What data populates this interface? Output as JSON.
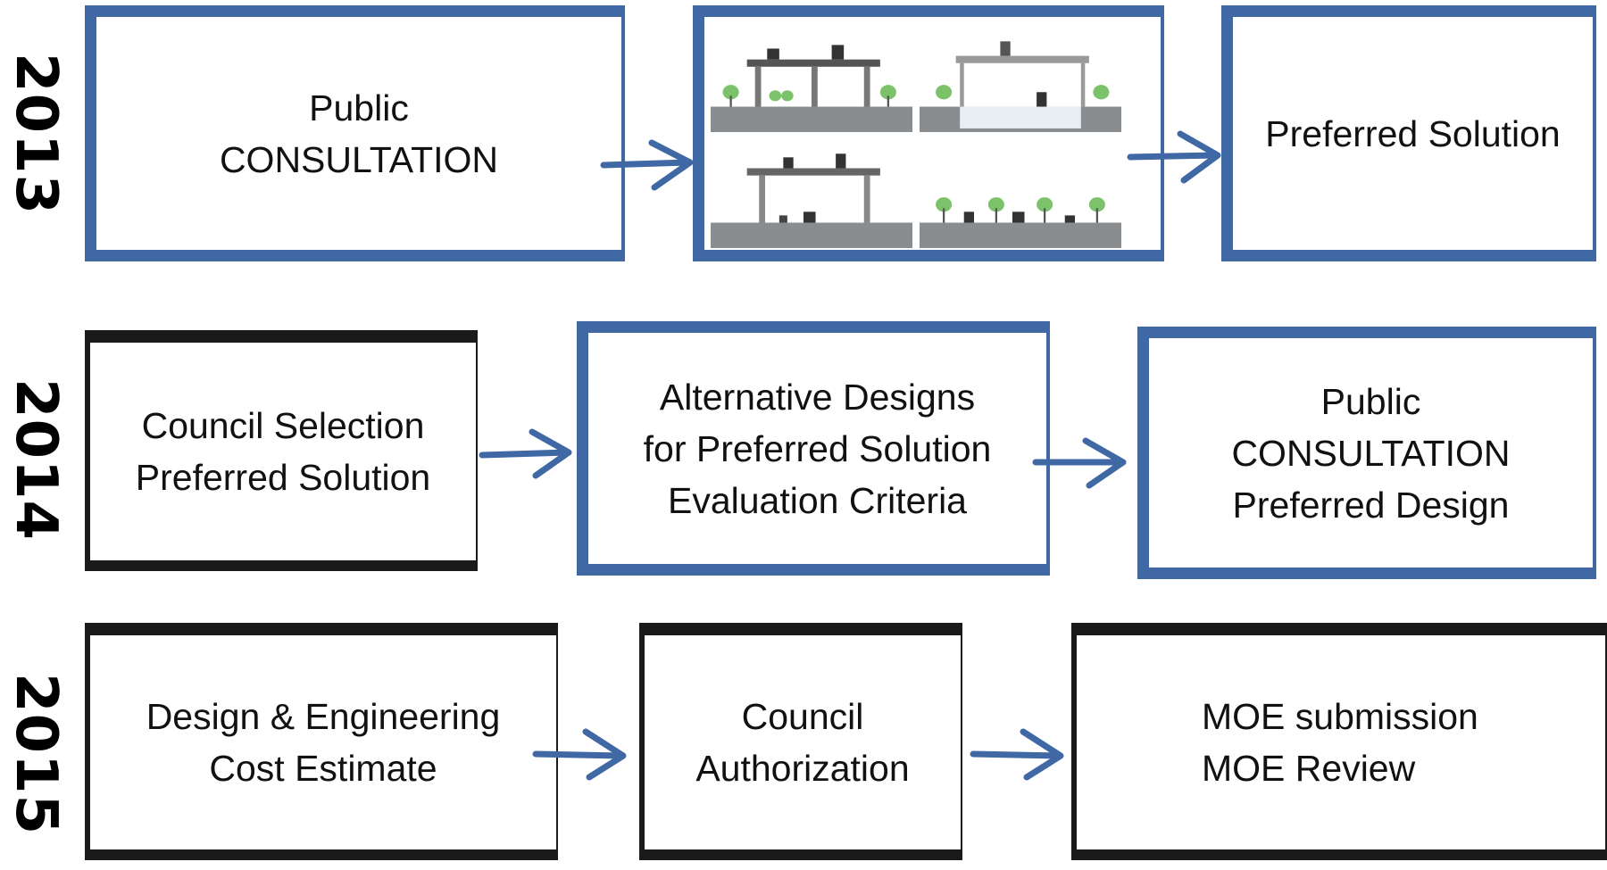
{
  "years": [
    "2013",
    "2014",
    "2015"
  ],
  "accent_color": "#3f68a4",
  "row1": {
    "box1": [
      "Public",
      "CONSULTATION"
    ],
    "box3": [
      "Preferred Solution"
    ],
    "options_panel_icons": [
      "elevated-expressway-option-1-icon",
      "elevated-expressway-option-2-icon",
      "elevated-expressway-option-3-icon",
      "at-grade-boulevard-option-icon"
    ]
  },
  "row2": {
    "box1": [
      "Council Selection",
      "Preferred Solution"
    ],
    "box2": [
      "Alternative Designs",
      "for Preferred Solution",
      "Evaluation Criteria"
    ],
    "box3": [
      "Public",
      "CONSULTATION",
      "Preferred Design"
    ]
  },
  "row3": {
    "box1": [
      "Design & Engineering",
      "Cost Estimate"
    ],
    "box2": [
      "Council",
      "Authorization"
    ],
    "box3": [
      "MOE submission",
      "MOE Review"
    ]
  }
}
